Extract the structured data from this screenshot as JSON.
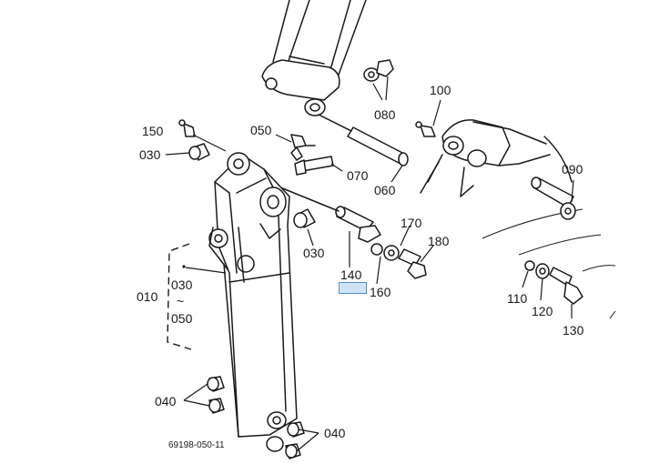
{
  "callouts": {
    "c150": "150",
    "c030_top": "030",
    "c050": "050",
    "c070": "070",
    "c060": "060",
    "c080": "080",
    "c100": "100",
    "c090": "090",
    "c030_right": "030",
    "c170": "170",
    "c180": "180",
    "c140": "140",
    "c160": "160",
    "c110": "110",
    "c120": "120",
    "c130": "130",
    "c010": "010",
    "c030_range": "030",
    "range_sep": "~",
    "c050_range": "050",
    "c040_left": "040",
    "c040_right": "040"
  },
  "figure_code": "69198-050-11",
  "highlight_color": "#cfe3f5"
}
